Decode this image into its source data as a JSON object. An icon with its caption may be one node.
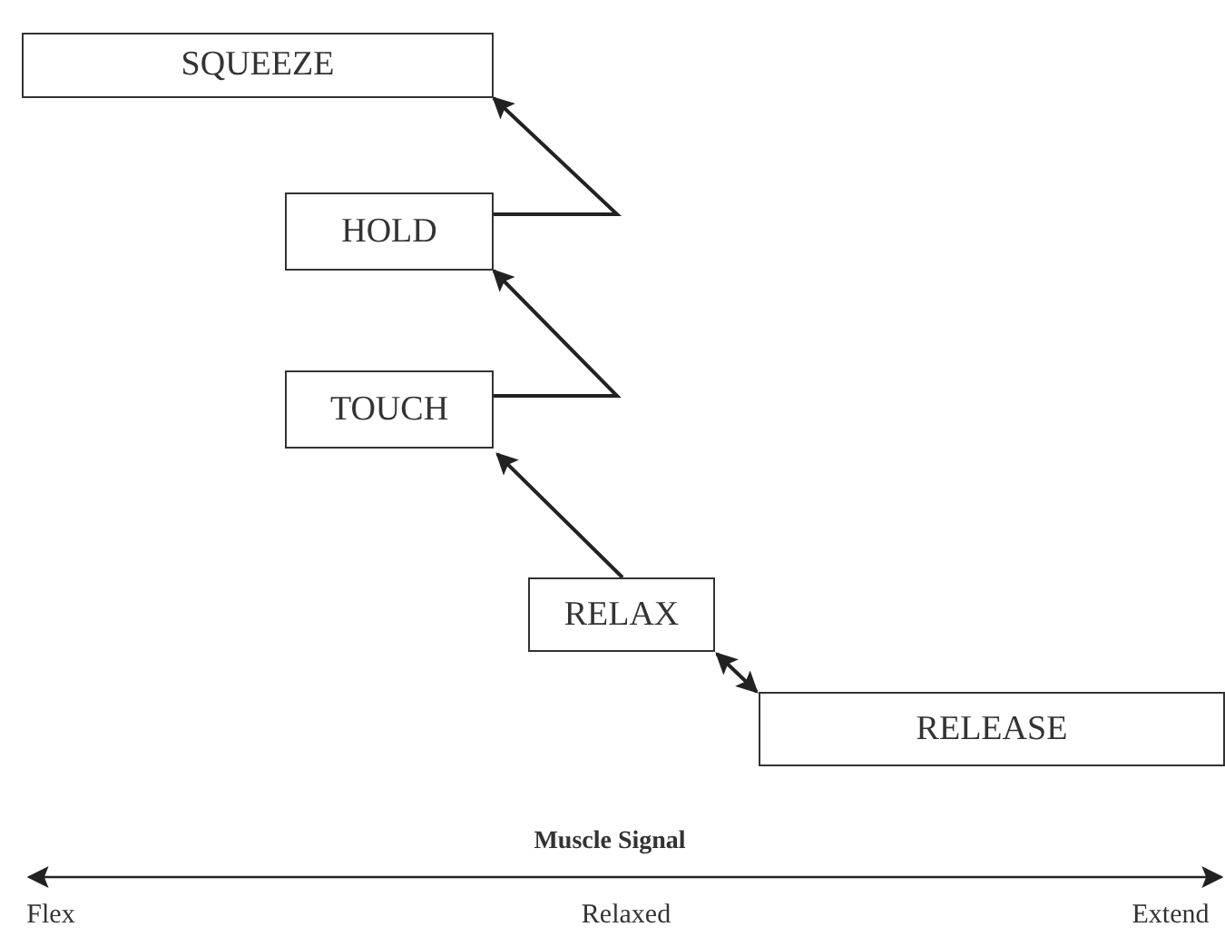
{
  "diagram": {
    "nodes": [
      {
        "text": [
          "SQUEEZE"
        ]
      },
      {
        "text": [
          "HOLD"
        ]
      },
      {
        "text": [
          "TOUCH"
        ]
      },
      {
        "text": [
          "RELAX"
        ]
      },
      {
        "text": [
          "RELEASE"
        ]
      }
    ],
    "edges": [
      {
        "from": 1,
        "to": 0,
        "arrow": "to"
      },
      {
        "from": 2,
        "to": 1,
        "arrow": "to"
      },
      {
        "from": 3,
        "to": 2,
        "arrow": "to"
      },
      {
        "from": 3,
        "to": 4,
        "arrow": "both"
      }
    ],
    "labels": [
      "Muscle Signal",
      "Flex",
      "Relaxed",
      "Extend"
    ]
  }
}
